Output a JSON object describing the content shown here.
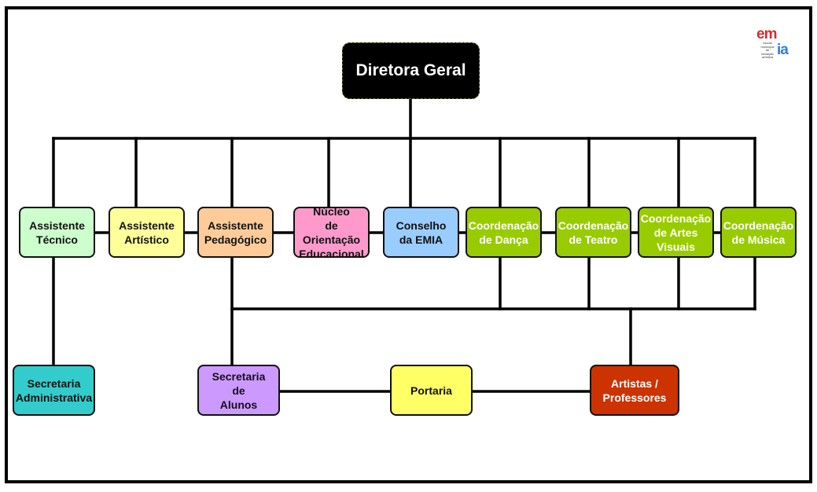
{
  "logo": {
    "em": "em",
    "ia": "ia",
    "tagline": "escola\nmunicipal\nde iniciação\nartística",
    "em_color": "#d62a2a",
    "ia_color": "#2b7fd6"
  },
  "nodes": {
    "diretora": {
      "label": "Diretora Geral",
      "color": "#000000"
    },
    "assistente_tecnico": {
      "label": "Assistente\nTécnico",
      "color": "#ccffcc"
    },
    "assistente_artistico": {
      "label": "Assistente\nArtístico",
      "color": "#ffff99"
    },
    "assistente_pedagogico": {
      "label": "Assistente\nPedagógico",
      "color": "#ffcc99"
    },
    "nucleo": {
      "label": "Núcleo\nde Orientação\nEducacional",
      "color": "#ff99cc"
    },
    "conselho": {
      "label": "Conselho\nda EMIA",
      "color": "#99ccff"
    },
    "coord_danca": {
      "label": "Coordenação\nde Dança",
      "color": "#99cc00"
    },
    "coord_teatro": {
      "label": "Coordenação\nde Teatro",
      "color": "#99cc00"
    },
    "coord_artes": {
      "label": "Coordenação\nde Artes\nVisuais",
      "color": "#99cc00"
    },
    "coord_musica": {
      "label": "Coordenação\nde Música",
      "color": "#99cc00"
    },
    "secretaria_adm": {
      "label": "Secretaria\nAdministrativa",
      "color": "#33cccc"
    },
    "secretaria_alunos": {
      "label": "Secretaria\nde\nAlunos",
      "color": "#cc99ff"
    },
    "portaria": {
      "label": "Portaria",
      "color": "#ffff66"
    },
    "artistas": {
      "label": "Artistas /\nProfessores",
      "color": "#cc3300"
    }
  }
}
